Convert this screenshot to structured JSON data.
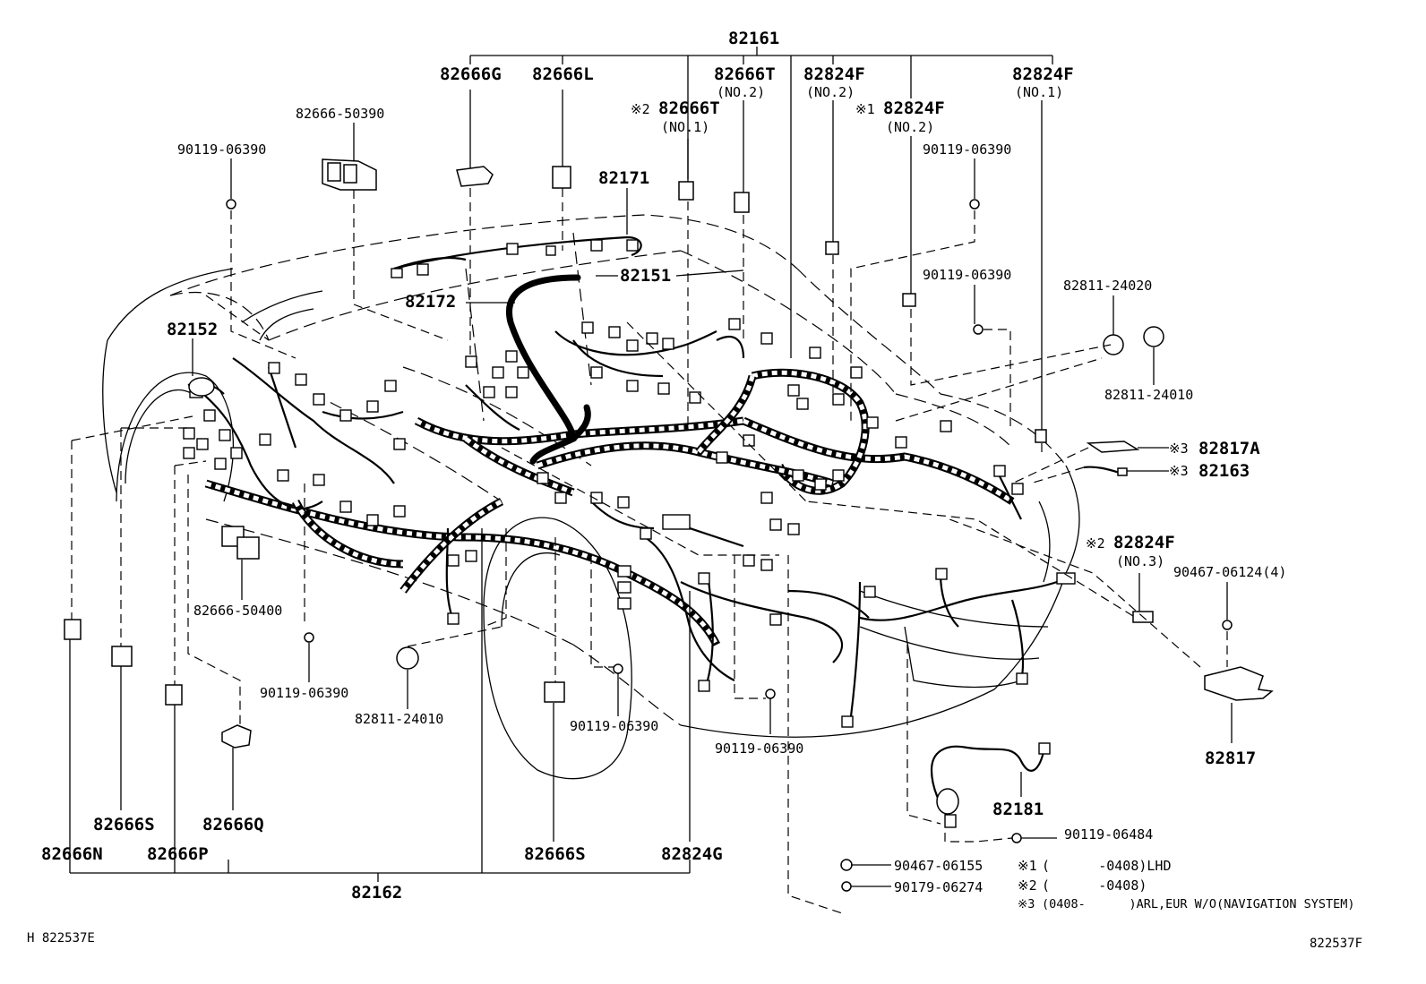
{
  "parts": {
    "p82161": "82161",
    "p82666G": "82666G",
    "p82666L": "82666L",
    "p82666T_no2": "82666T",
    "p82824F_no2a": "82824F",
    "p82824F_no1": "82824F",
    "p82666T_no1": "82666T",
    "p82824F_no2b": "82824F",
    "p82666_50390": "82666-50390",
    "p90119_06390_a": "90119-06390",
    "p82171": "82171",
    "p90119_06390_b": "90119-06390",
    "p90119_06390_c": "90119-06390",
    "p82151": "82151",
    "p82172": "82172",
    "p82811_24020": "82811-24020",
    "p82152": "82152",
    "p82811_24010_a": "82811-24010",
    "p82817A": "82817A",
    "p82163": "82163",
    "p82824F_no3": "82824F",
    "p90467_06124": "90467-06124(4)",
    "p82666_50400": "82666-50400",
    "p90119_06390_d": "90119-06390",
    "p82811_24010_b": "82811-24010",
    "p90119_06390_e": "90119-06390",
    "p90119_06390_f": "90119-06390",
    "p82817": "82817",
    "p82181": "82181",
    "p90119_06484": "90119-06484",
    "p82666S_a": "82666S",
    "p82666Q": "82666Q",
    "p82666N": "82666N",
    "p82666P": "82666P",
    "p82666S_b": "82666S",
    "p82824G": "82824G",
    "p82162": "82162",
    "p90467_06155": "90467-06155",
    "p90179_06274": "90179-06274"
  },
  "qualifiers": {
    "no2_a": "(NO.2)",
    "no2_b": "(NO.2)",
    "no1_a": "(NO.1)",
    "no1_b": "(NO.1)",
    "no2_c": "(NO.2)",
    "no3": "(NO.3)",
    "mark1": "※1",
    "mark2": "※2",
    "mark2b": "※2",
    "mark3a": "※3",
    "mark3b": "※3"
  },
  "notes": [
    {
      "mark": "※1",
      "text": "(      -0408)LHD"
    },
    {
      "mark": "※2",
      "text": "(      -0408)"
    },
    {
      "mark": "※3",
      "text": "(0408-      )ARL,EUR W/O(NAVIGATION SYSTEM)"
    }
  ],
  "footer": {
    "left": "H 822537E",
    "right": "822537F"
  }
}
